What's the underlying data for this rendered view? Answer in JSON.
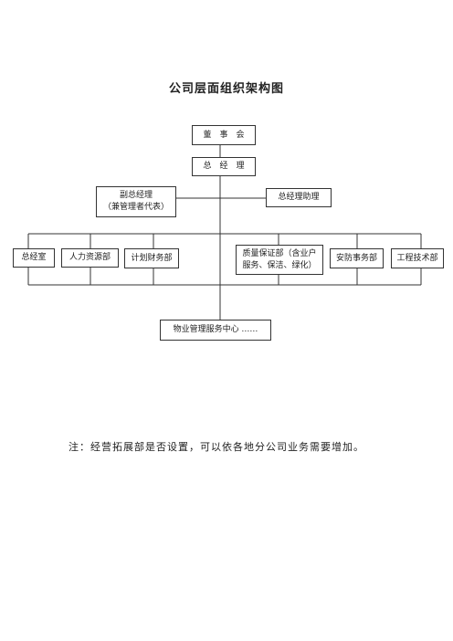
{
  "title": "公司层面组织架构图",
  "nodes": {
    "board": "董　事　会",
    "gm": "总　经　理",
    "deputy_gm": "副总经理\n（兼管理者代表）",
    "gm_assistant": "总经理助理",
    "general_office": "总经室",
    "hr": "人力资源部",
    "finance": "计划财务部",
    "quality": "质量保证部（含业户\n服务、保洁、绿化）",
    "security": "安防事务部",
    "engineering": "工程技术部",
    "property_center": "物业管理服务中心 ……"
  },
  "note": "注：经营拓展部是否设置，可以依各地分公司业务需要增加。"
}
